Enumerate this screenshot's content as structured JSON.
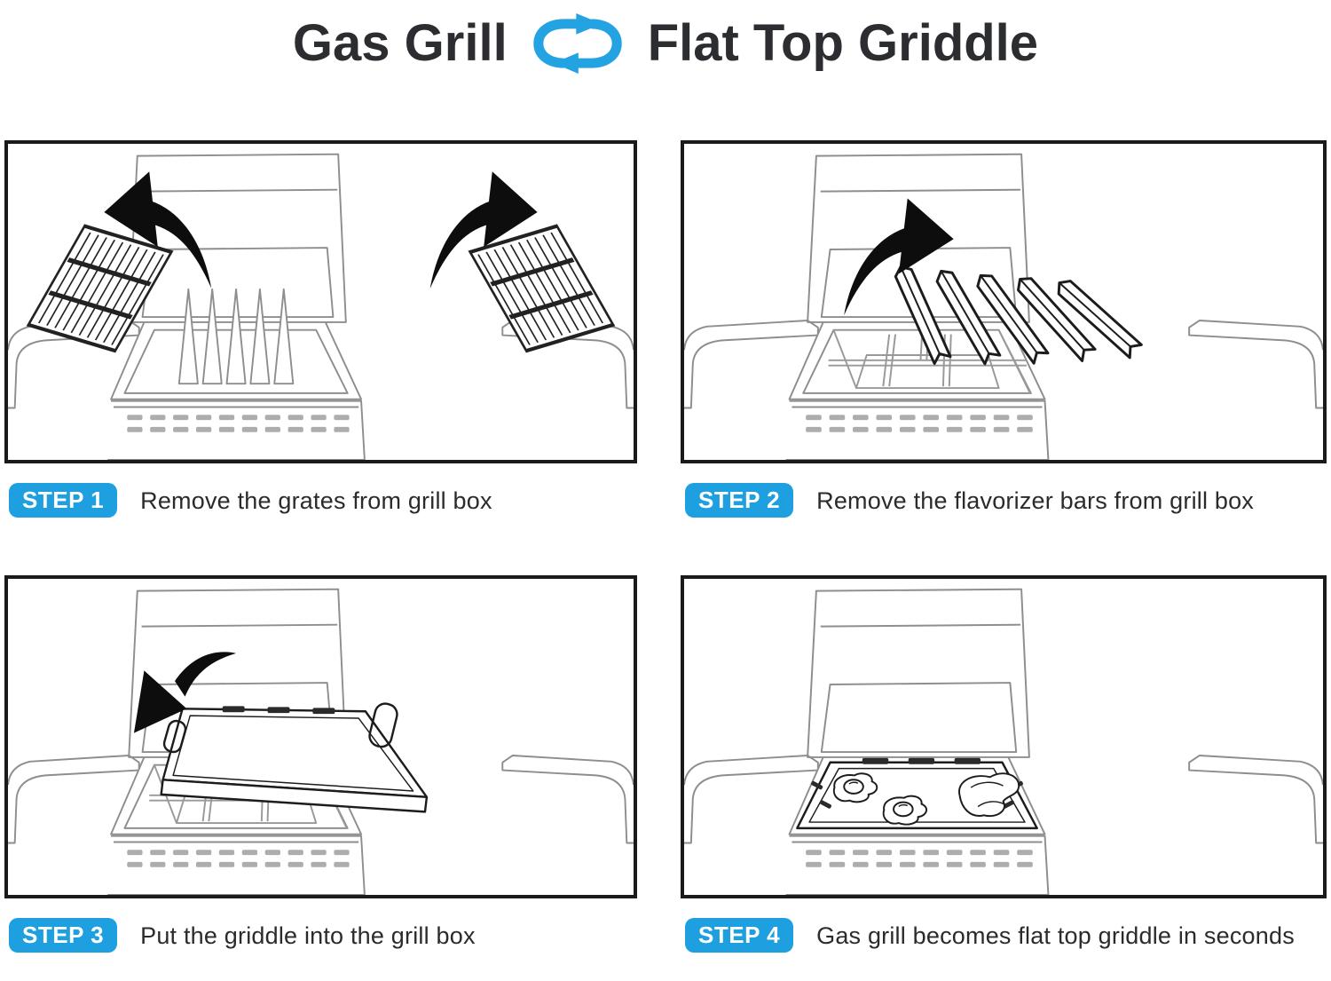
{
  "header": {
    "title_left": "Gas Grill",
    "title_right": "Flat Top Griddle",
    "swap_icon": "swap-cycle-icon"
  },
  "steps": [
    {
      "badge": "STEP 1",
      "caption": "Remove the grates from grill box",
      "illustration": "grill-with-grates-being-removed"
    },
    {
      "badge": "STEP 2",
      "caption": "Remove the flavorizer bars from grill box",
      "illustration": "grill-with-flavorizer-bars-being-removed"
    },
    {
      "badge": "STEP 3",
      "caption": "Put the griddle into the grill box",
      "illustration": "griddle-being-placed-into-grill-box"
    },
    {
      "badge": "STEP 4",
      "caption": "Gas grill becomes flat top griddle in seconds",
      "illustration": "grill-with-griddle-installed-cooking-eggs-and-steak"
    }
  ],
  "colors": {
    "badge_background": "#1EA0E0",
    "badge_text": "#FFFFFF",
    "caption_text": "#2B2B2B",
    "panel_border": "#1A1A1A",
    "title_text": "#2B2D31",
    "accent": "#24A3E3",
    "line_art_light": "#8E8E8E",
    "line_art_dark": "#1C1C1C",
    "arrow_fill": "#0D0D0D"
  }
}
